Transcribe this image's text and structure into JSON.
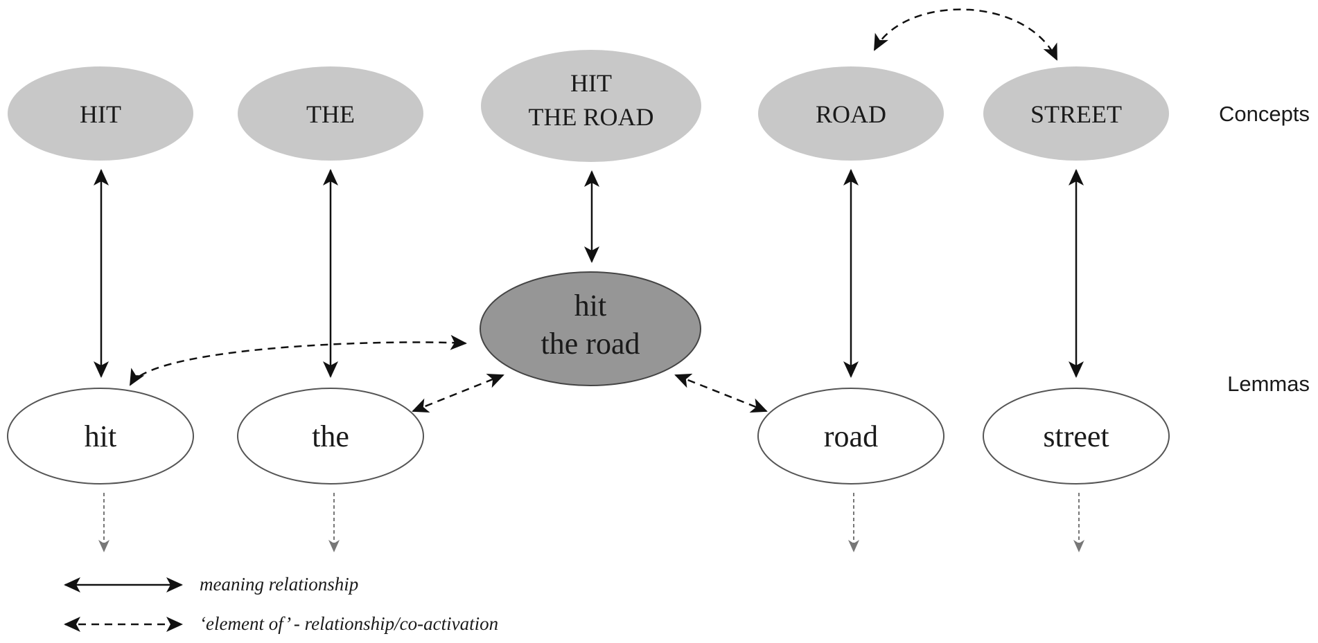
{
  "colors": {
    "concept_fill": "#c8c8c8",
    "lemma_idiom_fill": "#969696",
    "lemma_fill": "#ffffff",
    "stroke": "#555555",
    "arrow": "#111111",
    "down_arrow": "#777777"
  },
  "levels": {
    "concepts": "Concepts",
    "lemmas": "Lemmas"
  },
  "concepts": [
    {
      "lines": [
        "HIT"
      ]
    },
    {
      "lines": [
        "THE"
      ]
    },
    {
      "lines": [
        "HIT",
        "THE ROAD"
      ]
    },
    {
      "lines": [
        "ROAD"
      ]
    },
    {
      "lines": [
        "STREET"
      ]
    }
  ],
  "idiom_lemma": {
    "lines": [
      "hit",
      "the road"
    ]
  },
  "lemmas": [
    {
      "text": "hit"
    },
    {
      "text": "the"
    },
    {
      "text": "road"
    },
    {
      "text": "street"
    }
  ],
  "legend": {
    "meaning": "meaning relationship",
    "element_of": "‘element of’ - relationship/co-activation"
  }
}
